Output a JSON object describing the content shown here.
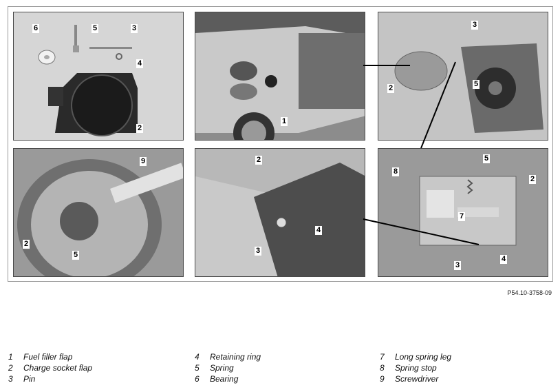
{
  "figure_ref": "P54.10-3758-09",
  "panels": {
    "p1": {
      "callouts": [
        "6",
        "5",
        "3",
        "4",
        "2"
      ]
    },
    "p2": {
      "callouts": [
        "1"
      ]
    },
    "p3": {
      "callouts": [
        "3",
        "2",
        "5"
      ]
    },
    "p4": {
      "callouts": [
        "9",
        "2",
        "5"
      ]
    },
    "p5": {
      "callouts": [
        "2",
        "4",
        "3"
      ]
    },
    "p6": {
      "callouts": [
        "5",
        "8",
        "2",
        "7",
        "3",
        "4"
      ]
    }
  },
  "legend": [
    {
      "num": "1",
      "label": "Fuel filler flap"
    },
    {
      "num": "2",
      "label": "Charge socket flap"
    },
    {
      "num": "3",
      "label": "Pin"
    },
    {
      "num": "4",
      "label": "Retaining ring"
    },
    {
      "num": "5",
      "label": "Spring"
    },
    {
      "num": "6",
      "label": "Bearing"
    },
    {
      "num": "7",
      "label": "Long spring leg"
    },
    {
      "num": "8",
      "label": "Spring stop"
    },
    {
      "num": "9",
      "label": "Screwdriver"
    }
  ]
}
